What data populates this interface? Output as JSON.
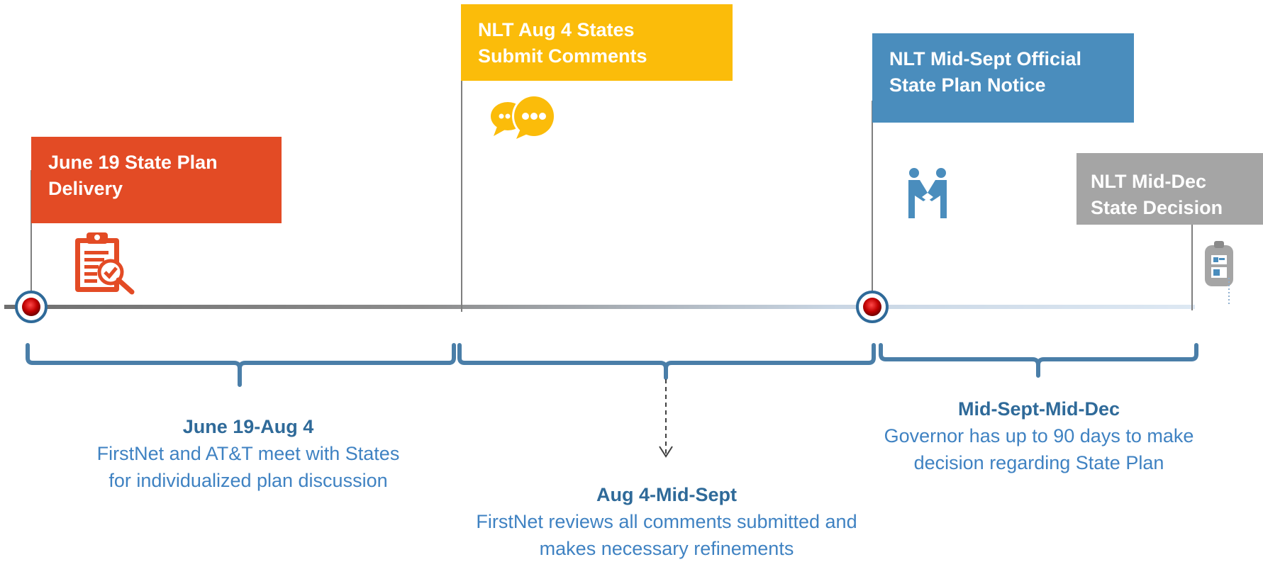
{
  "milestones": [
    {
      "id": "june19",
      "text": "June 19 State Plan Delivery",
      "color": "#e34b25",
      "icon": "clipboard-check-icon"
    },
    {
      "id": "aug4",
      "text": "NLT Aug 4 States Submit Comments",
      "color": "#fbbc0a",
      "icon": "chat-bubbles-icon"
    },
    {
      "id": "midsept",
      "text": "NLT Mid-Sept Official State Plan Notice",
      "color": "#4a8dbd",
      "icon": "handshake-icon"
    },
    {
      "id": "middec",
      "text": "NLT Mid-Dec State Decision",
      "color": "#a5a5a5",
      "icon": "checklist-icon"
    }
  ],
  "periods": [
    {
      "title": "June 19-Aug 4",
      "desc": "FirstNet and AT&T meet with States for individualized plan discussion"
    },
    {
      "title": "Aug 4-Mid-Sept",
      "desc": "FirstNet reviews all comments submitted and makes necessary refinements"
    },
    {
      "title": "Mid-Sept-Mid-Dec",
      "desc": "Governor has up to 90 days to make decision regarding State Plan"
    }
  ],
  "colors": {
    "timeline_dark": "#7f7f7f",
    "timeline_light": "#dbe6f1",
    "bracket": "#4a7ea8",
    "period_title": "#2f6a99",
    "period_text": "#3f82c2",
    "marker_red": "#c00000"
  }
}
